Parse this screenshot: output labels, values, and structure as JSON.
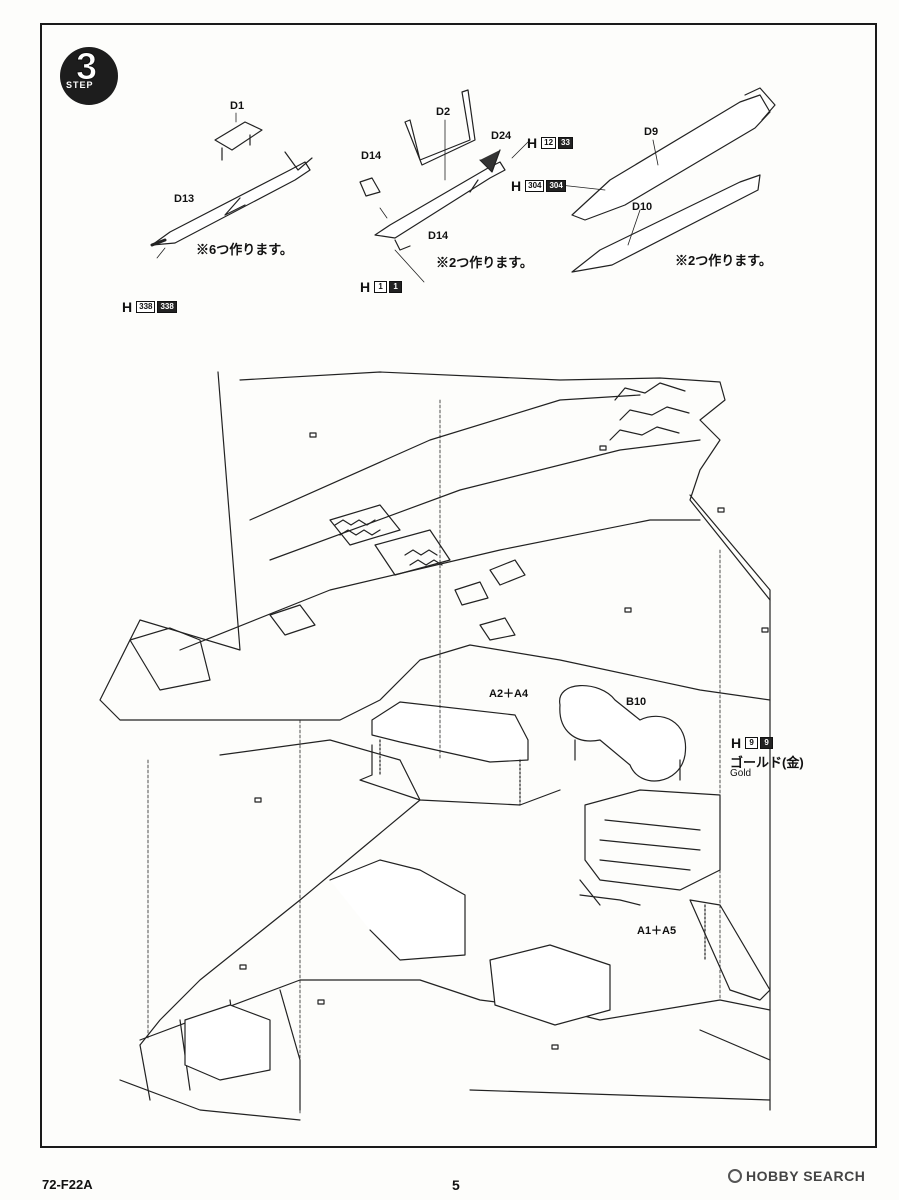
{
  "step": {
    "number": "3",
    "label": "STEP"
  },
  "parts": {
    "d1": "D1",
    "d13": "D13",
    "d2": "D2",
    "d24": "D24",
    "d14_top": "D14",
    "d14_bottom": "D14",
    "d9": "D9",
    "d10": "D10",
    "a2a4": "A2＋A4",
    "b10": "B10",
    "a1a5": "A1＋A5"
  },
  "notes": {
    "make6": "※6つ作ります。",
    "make2_mid": "※2つ作ります。",
    "make2_right": "※2つ作ります。"
  },
  "color_codes": [
    {
      "id": "h338",
      "h": "H",
      "a": "338",
      "b": "338"
    },
    {
      "id": "h1",
      "h": "H",
      "a": "1",
      "b": "1"
    },
    {
      "id": "h12",
      "h": "H",
      "a": "12",
      "b": "33"
    },
    {
      "id": "h304",
      "h": "H",
      "a": "304",
      "b": "304"
    },
    {
      "id": "h9",
      "h": "H",
      "a": "9",
      "b": "9"
    }
  ],
  "gold": {
    "jp": "ゴールド(金)",
    "en": "Gold"
  },
  "footer": {
    "code": "72-F22A",
    "page": "5"
  },
  "watermark": {
    "text": "HOBBY SEARCH"
  }
}
